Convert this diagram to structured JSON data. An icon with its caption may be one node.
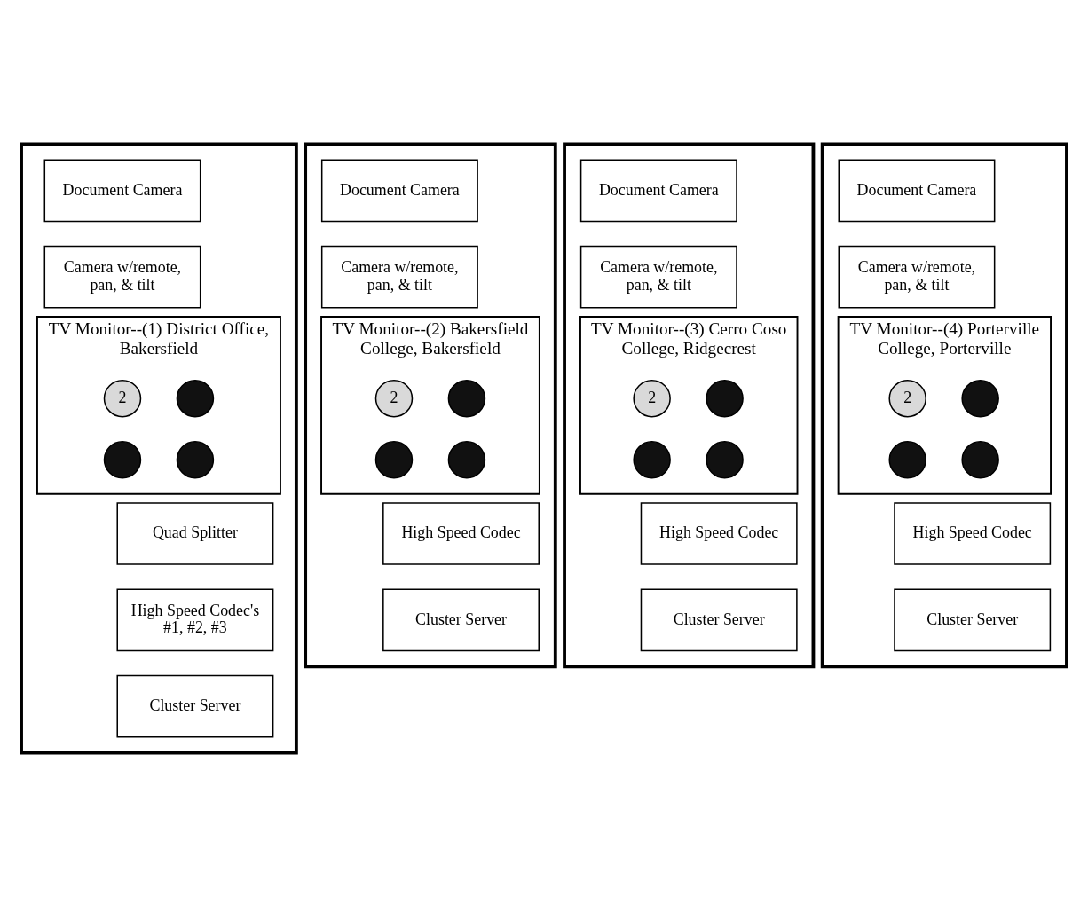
{
  "diagram": {
    "nodes": [
      {
        "text": [],
        "shape": "box"
      },
      {
        "text": [
          "Document Camera"
        ],
        "in": 0
      },
      {
        "text": [
          "Camera w/remote, pan, & tilt"
        ],
        "in": 0
      },
      {
        "text": [
          "TV Monitor--(1) District Office, Bakersfield"
        ],
        "in": 0
      },
      {
        "text": [
          "2"
        ],
        "in": 3
      },
      {
        "text": [],
        "shape": "circle",
        "in": 3
      },
      {
        "text": [],
        "shape": "circle",
        "in": 3
      },
      {
        "text": [],
        "shape": "circle",
        "in": 3
      },
      {
        "text": [
          "Quad Splitter"
        ],
        "in": 0
      },
      {
        "text": [
          "High Speed Codec's #1, #2, #3"
        ],
        "in": 0
      },
      {
        "text": [
          "Cluster Server"
        ],
        "in": 0
      },
      {
        "text": [],
        "shape": "box"
      },
      {
        "text": [
          "Document Camera"
        ],
        "in": 11
      },
      {
        "text": [
          "Camera w/remote, pan, & tilt"
        ],
        "in": 11
      },
      {
        "text": [
          "TV Monitor--(2) Bakersfield College, Bakersfield"
        ],
        "in": 11
      },
      {
        "text": [
          "2"
        ],
        "in": 14
      },
      {
        "text": [],
        "shape": "circle",
        "in": 14
      },
      {
        "text": [],
        "shape": "circle",
        "in": 14
      },
      {
        "text": [],
        "shape": "circle",
        "in": 14
      },
      {
        "text": [
          "High Speed Codec"
        ],
        "in": 11
      },
      {
        "text": [
          "Cluster Server"
        ],
        "in": 11
      },
      {
        "text": [],
        "shape": "box"
      },
      {
        "text": [
          "Document Camera"
        ],
        "in": 21
      },
      {
        "text": [
          "Camera w/remote, pan, & tilt"
        ],
        "in": 21
      },
      {
        "text": [
          "TV Monitor--(3) Cerro Coso College, Ridgecrest"
        ],
        "in": 21
      },
      {
        "text": [
          "2"
        ],
        "in": 24
      },
      {
        "text": [],
        "shape": "circle",
        "in": 24
      },
      {
        "text": [],
        "shape": "circle",
        "in": 24
      },
      {
        "text": [],
        "shape": "circle",
        "in": 24
      },
      {
        "text": [
          "High Speed Codec"
        ],
        "in": 21
      },
      {
        "text": [
          "Cluster Server"
        ],
        "in": 21
      },
      {
        "text": [],
        "shape": "box"
      },
      {
        "text": [
          "Document Camera"
        ],
        "in": 31
      },
      {
        "text": [
          "Camera w/remote, pan, & tilt"
        ],
        "in": 31
      },
      {
        "text": [
          "TV Monitor--(4) Porterville College, Porterville"
        ],
        "in": 31
      },
      {
        "text": [
          "2"
        ],
        "in": 34
      },
      {
        "text": [],
        "shape": "circle",
        "in": 34
      },
      {
        "text": [],
        "shape": "circle",
        "in": 34
      },
      {
        "text": [],
        "shape": "circle",
        "in": 34
      },
      {
        "text": [
          "High Speed Codec"
        ],
        "in": 31
      },
      {
        "text": [
          "Cluster Server"
        ],
        "in": 31
      }
    ]
  }
}
